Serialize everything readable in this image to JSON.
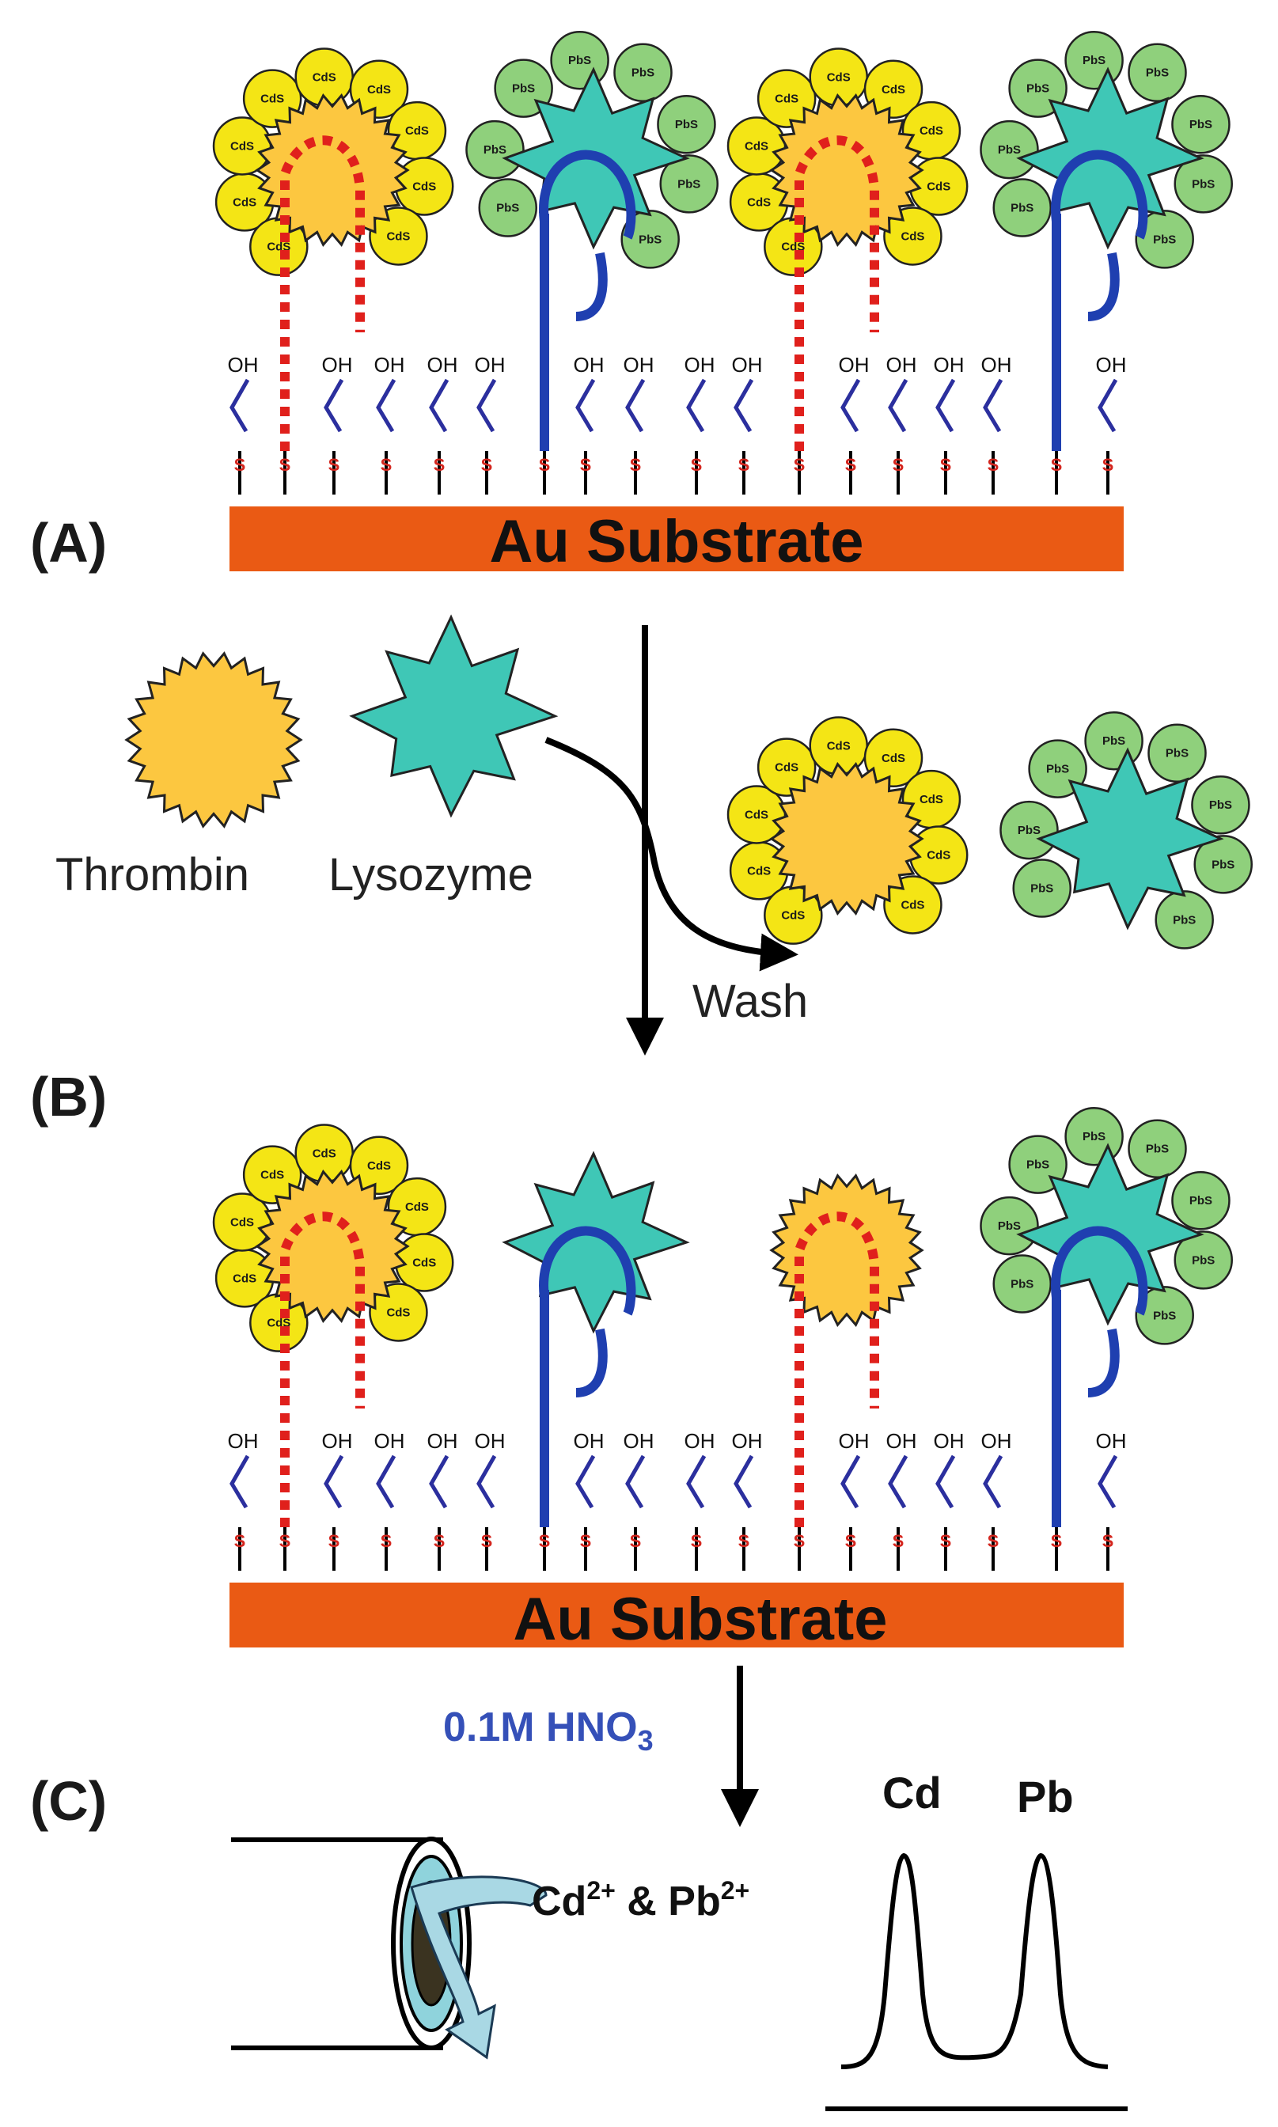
{
  "panels": {
    "a": "(A)",
    "b": "(B)",
    "c": "(C)"
  },
  "substrate": {
    "label": "Au Substrate"
  },
  "surface": {
    "hydroxyl_label": "OH",
    "sulfur_label": "S"
  },
  "nanoparticles": {
    "cds": "CdS",
    "pbs": "PbS"
  },
  "proteins": {
    "thrombin": "Thrombin",
    "lysozyme": "Lysozyme"
  },
  "process": {
    "wash": "Wash",
    "acid_prefix": "0.1M HNO",
    "acid_subscript": "3",
    "ions_cd": "Cd",
    "ions_charge_1": "2+",
    "ions_mid": " & Pb",
    "ions_charge_2": "2+"
  },
  "voltammogram": {
    "peak1": "Cd",
    "peak2": "Pb"
  },
  "colors": {
    "substrate": "#ea5a14",
    "thrombin": "#fcc740",
    "lysozyme": "#3fc7b6",
    "cds": "#f4e515",
    "pbs": "#8fd07c",
    "aptamer_thrombin": "#e0201c",
    "aptamer_lysozyme": "#1f3fb0",
    "linker": "#2b2f9e",
    "acid_text": "#3550b8"
  }
}
